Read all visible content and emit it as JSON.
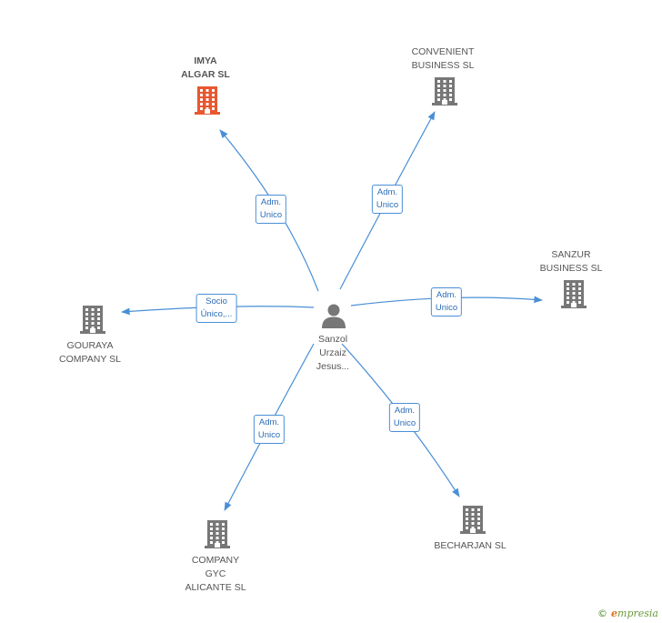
{
  "center": {
    "name_lines": [
      "Sanzol",
      "Urzaiz",
      "Jesus..."
    ],
    "icon": "person-icon"
  },
  "companies": [
    {
      "id": "imya",
      "name_lines": [
        "IMYA",
        "ALGAR SL"
      ],
      "highlight": true,
      "color": "#e8572f",
      "role_lines": [
        "Adm.",
        "Unico"
      ],
      "icon": "building-icon"
    },
    {
      "id": "convenient",
      "name_lines": [
        "CONVENIENT",
        "BUSINESS SL"
      ],
      "highlight": false,
      "color": "#777777",
      "role_lines": [
        "Adm.",
        "Unico"
      ],
      "icon": "building-icon"
    },
    {
      "id": "sanzur",
      "name_lines": [
        "SANZUR",
        "BUSINESS SL"
      ],
      "highlight": false,
      "color": "#777777",
      "role_lines": [
        "Adm.",
        "Unico"
      ],
      "icon": "building-icon"
    },
    {
      "id": "gouraya",
      "name_lines": [
        "GOURAYA",
        "COMPANY SL"
      ],
      "highlight": false,
      "color": "#777777",
      "role_lines": [
        "Socio",
        "Único,..."
      ],
      "icon": "building-icon"
    },
    {
      "id": "gyc",
      "name_lines": [
        "COMPANY",
        "GYC",
        "ALICANTE SL"
      ],
      "highlight": false,
      "color": "#777777",
      "role_lines": [
        "Adm.",
        "Unico"
      ],
      "icon": "building-icon"
    },
    {
      "id": "becharjan",
      "name_lines": [
        "BECHARJAN SL"
      ],
      "highlight": false,
      "color": "#777777",
      "role_lines": [
        "Adm.",
        "Unico"
      ],
      "icon": "building-icon"
    }
  ],
  "colors": {
    "edge": "#4a8fd6",
    "person": "#777777"
  },
  "footer": {
    "copyright_symbol": "©",
    "brand_initial": "e",
    "brand_rest": "mpresia",
    "icon": "copyright-icon"
  }
}
